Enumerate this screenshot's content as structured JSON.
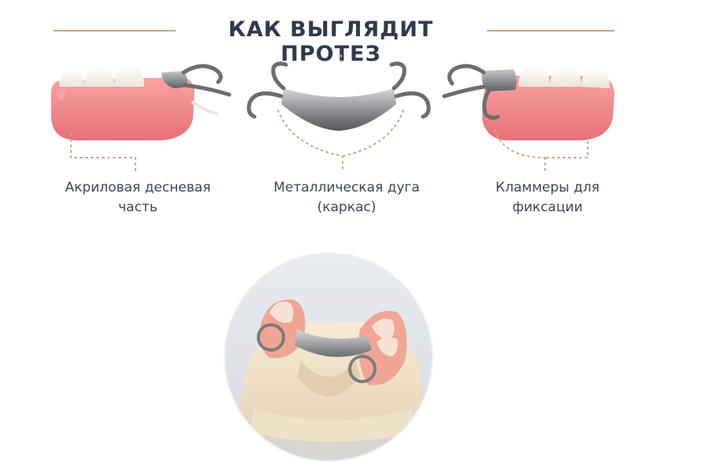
{
  "header": {
    "title": "КАК ВЫГЛЯДИТ ПРОТЕЗ"
  },
  "parts": [
    {
      "line1": "Акриловая десневая",
      "line2": "часть"
    },
    {
      "line1": "Металлическая дуга",
      "line2": "(каркас)"
    },
    {
      "line1": "Кламмеры для",
      "line2": "фиксации"
    }
  ],
  "colors": {
    "title": "#2e3a4f",
    "accent_gold": "#c9ab7a",
    "text": "#3d4658",
    "gum_pink": "#f0878a",
    "tooth": "#f7f3ec",
    "metal": "#8f9196"
  }
}
